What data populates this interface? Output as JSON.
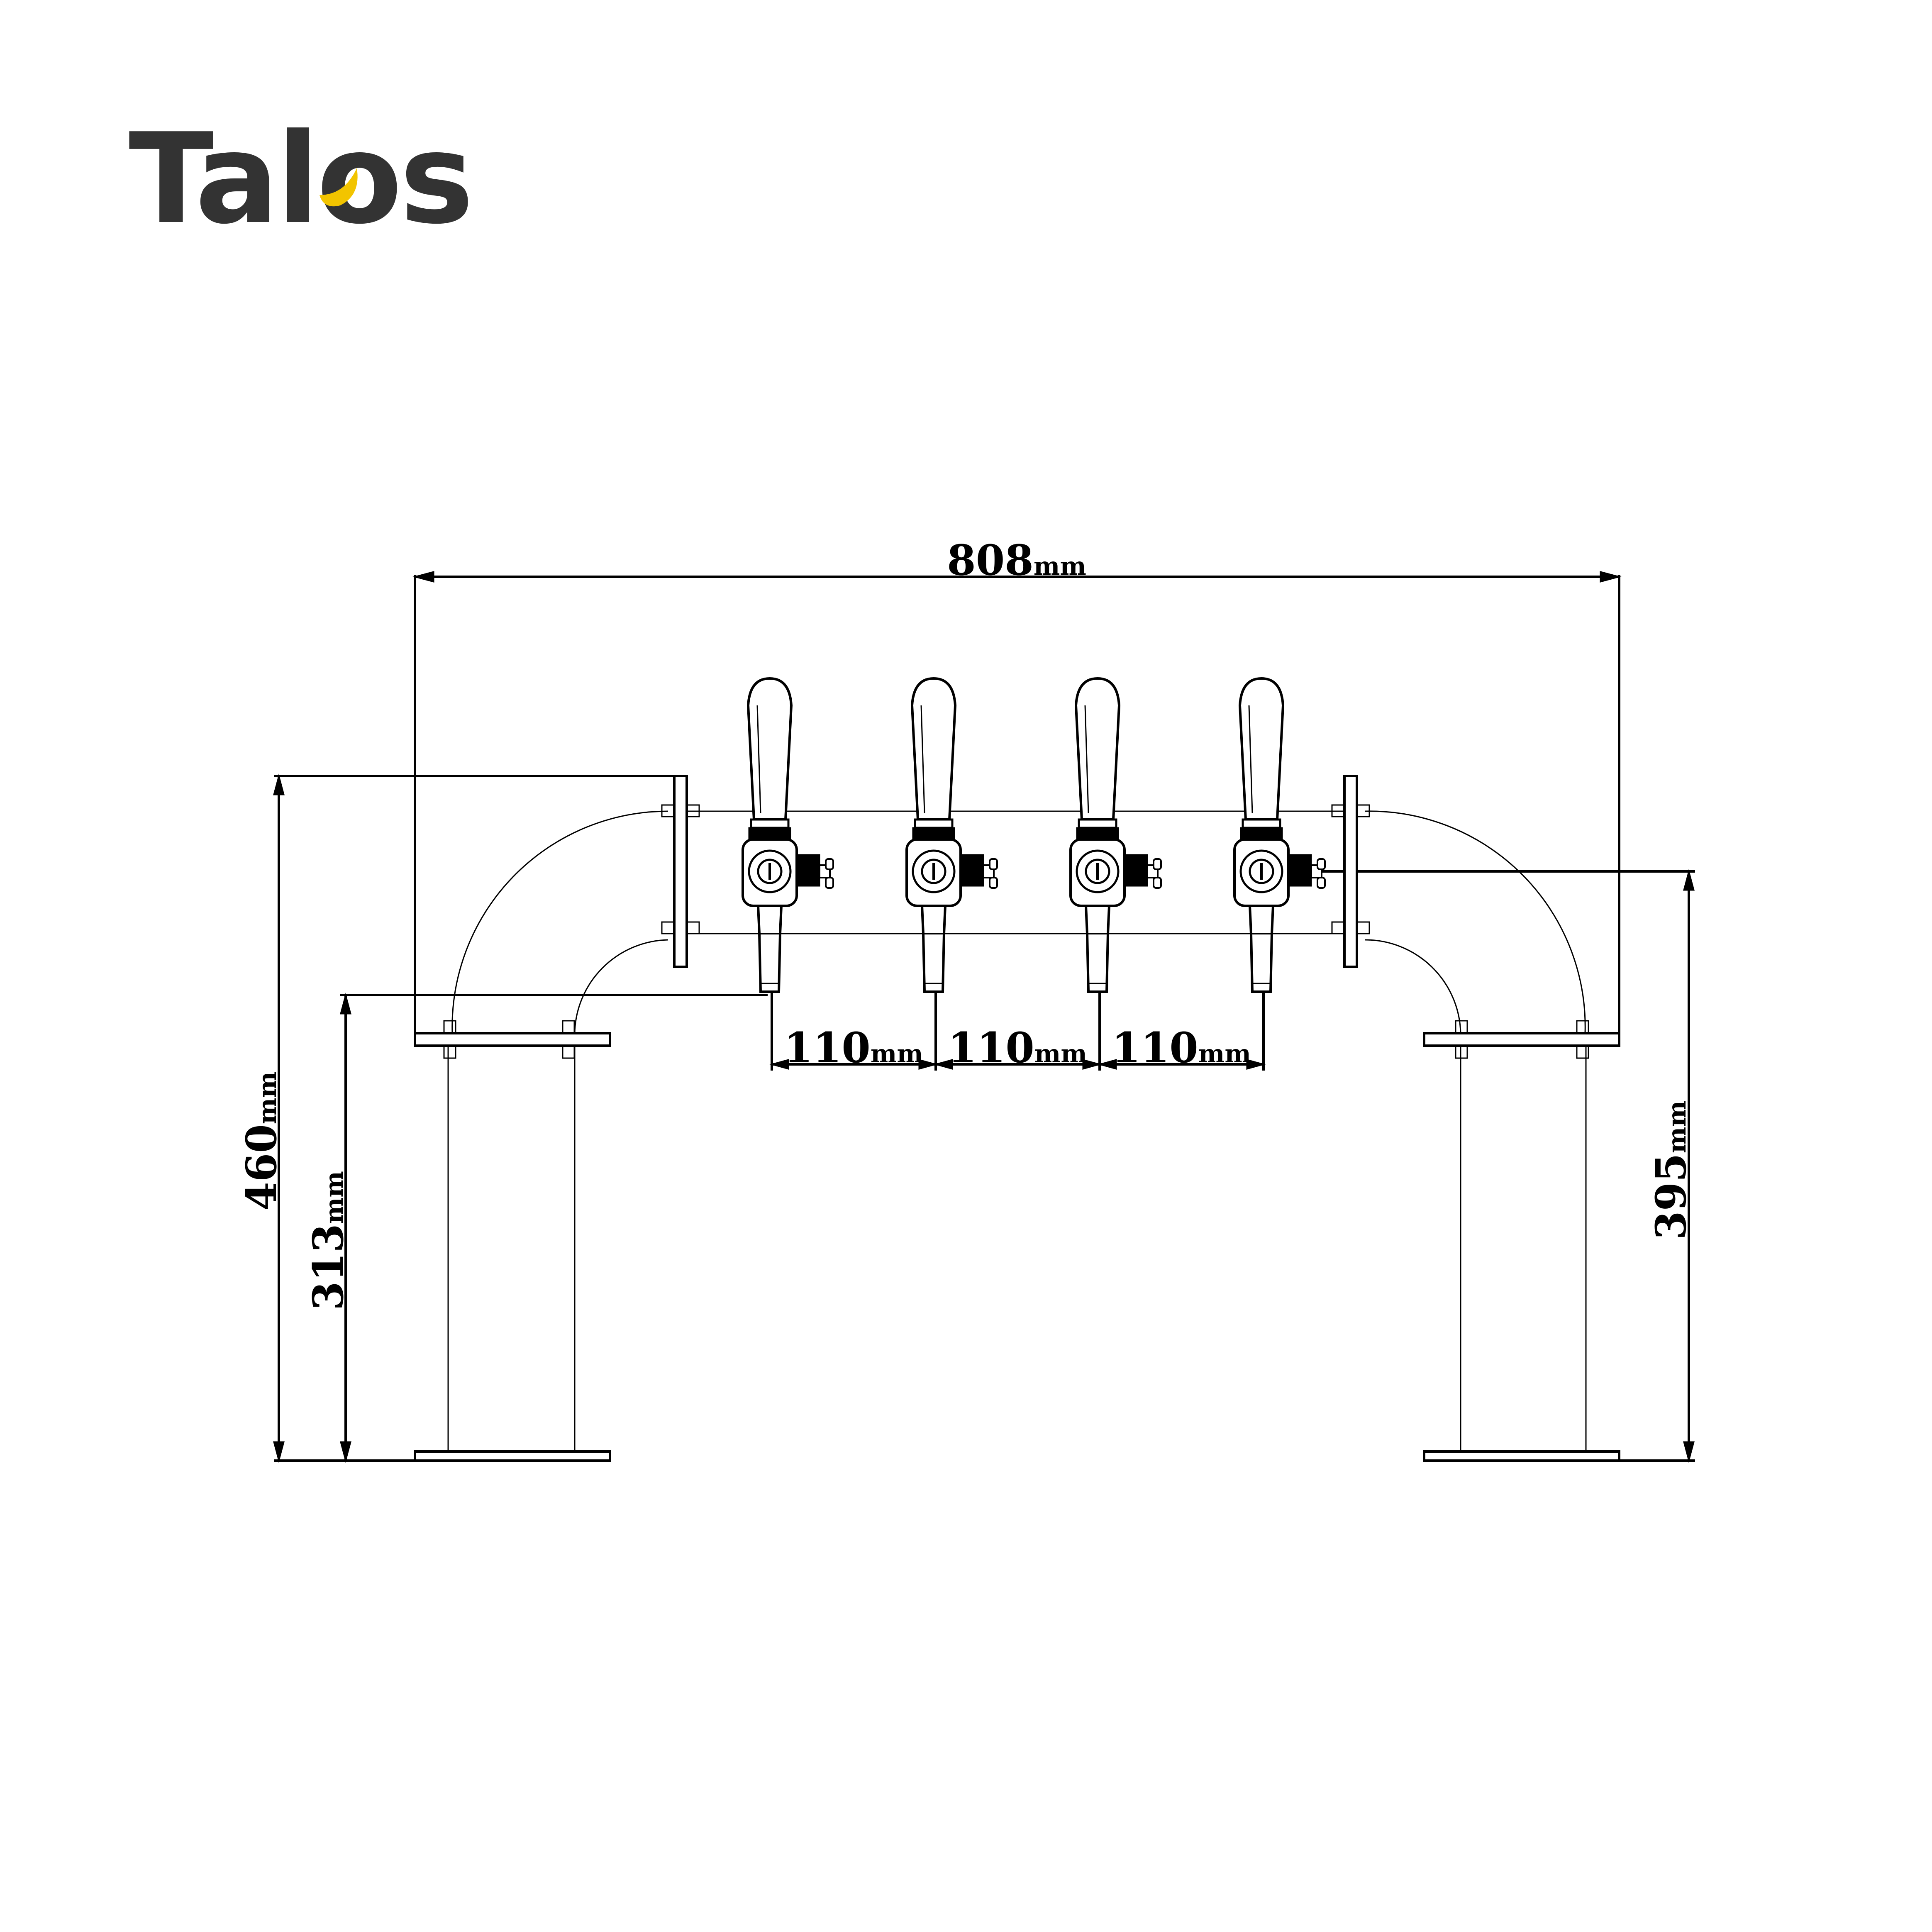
{
  "brand": {
    "name": "Talos",
    "accent_color": "#f2c400",
    "text_color": "#333333"
  },
  "dimensions": {
    "overall_width": "808",
    "total_height": "460",
    "base_to_lower_bend": "313",
    "right_height": "395",
    "tap_spacing_1": "110",
    "tap_spacing_2": "110",
    "tap_spacing_3": "110",
    "unit": "mm"
  },
  "taps": [
    {
      "id": "tap-1"
    },
    {
      "id": "tap-2"
    },
    {
      "id": "tap-3"
    },
    {
      "id": "tap-4"
    }
  ]
}
